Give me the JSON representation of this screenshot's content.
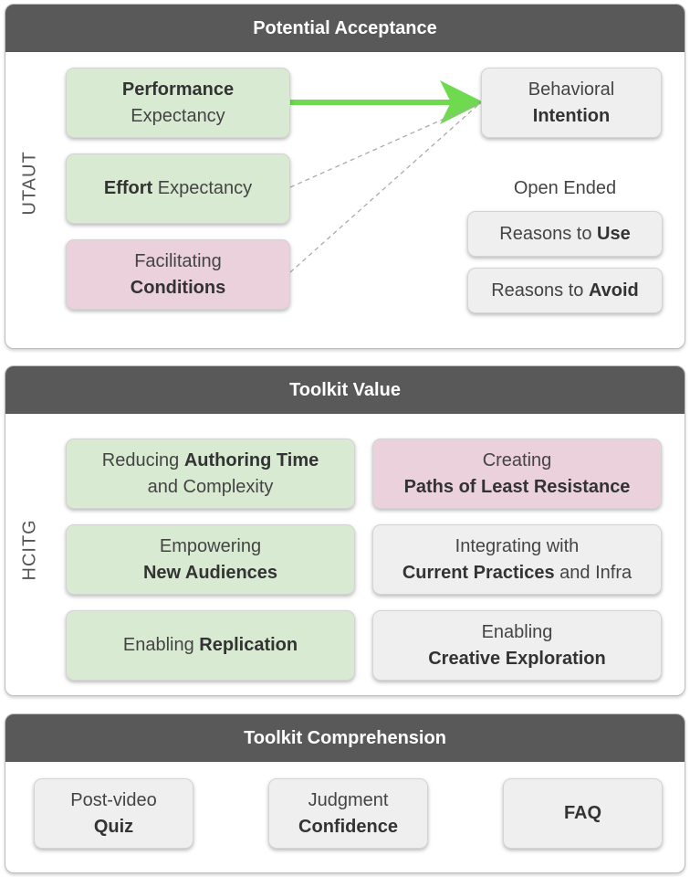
{
  "sections": {
    "acceptance": {
      "title": "Potential Acceptance",
      "side_label": "UTAUT",
      "performance": {
        "bold": "Performance",
        "rest": "Expectancy"
      },
      "effort": {
        "bold": "Effort",
        "rest": " Expectancy"
      },
      "facilitating": {
        "pre": "Facilitating",
        "bold": "Conditions"
      },
      "behavioral": {
        "pre": "Behavioral",
        "bold": "Intention"
      },
      "open_ended": "Open Ended",
      "reasons_use": {
        "pre": "Reasons to ",
        "bold": "Use"
      },
      "reasons_avoid": {
        "pre": "Reasons to ",
        "bold": "Avoid"
      }
    },
    "toolkit_value": {
      "title": "Toolkit Value",
      "side_label": "HCITG",
      "reducing": {
        "pre": "Reducing ",
        "bold": "Authoring Time",
        "line2": "and Complexity"
      },
      "creating": {
        "pre": "Creating",
        "bold": "Paths of Least Resistance"
      },
      "empowering": {
        "pre": "Empowering",
        "bold": "New Audiences"
      },
      "integrating": {
        "pre": "Integrating with",
        "bold": "Current Practices",
        "post": " and Infra"
      },
      "replication": {
        "pre": "Enabling ",
        "bold": "Replication"
      },
      "exploration": {
        "pre": "Enabling",
        "bold": "Creative Exploration"
      }
    },
    "comprehension": {
      "title": "Toolkit Comprehension",
      "quiz": {
        "pre": "Post-video",
        "bold": "Quiz"
      },
      "judgment": {
        "pre": "Judgment",
        "bold": "Confidence"
      },
      "faq": {
        "bold": "FAQ"
      }
    }
  },
  "colors": {
    "header": "#595959",
    "green": "#d9ead3",
    "pink": "#ead1dc",
    "gray": "#efefef",
    "arrow": "#6fd94f"
  }
}
